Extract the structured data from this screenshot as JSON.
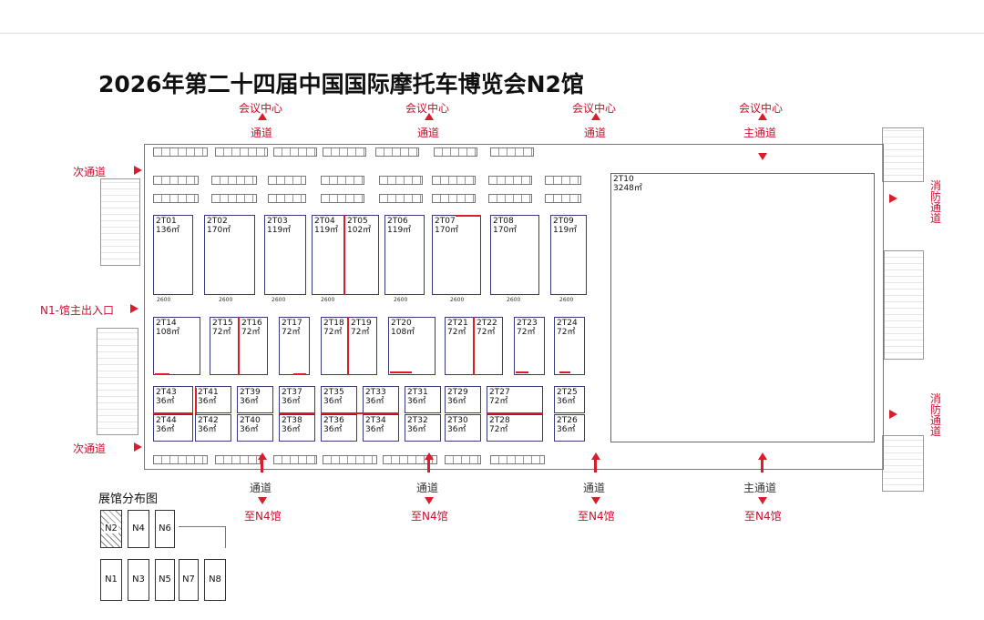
{
  "title": "2026年第二十四届中国国际摩托车博览会N2馆",
  "labels": {
    "meeting_center": "会议中心",
    "passage": "通道",
    "main_passage": "主通道",
    "secondary_passage": "次通道",
    "fire_passage": "消防通道",
    "main_entrance": "N1-馆主出入口",
    "to_n4": "至N4馆"
  },
  "booths_top": [
    {
      "code": "2T01",
      "area": "136㎡"
    },
    {
      "code": "2T02",
      "area": "170㎡"
    },
    {
      "code": "2T03",
      "area": "119㎡"
    },
    {
      "code": "2T04",
      "area": "119㎡"
    },
    {
      "code": "2T05",
      "area": "102㎡"
    },
    {
      "code": "2T06",
      "area": "119㎡"
    },
    {
      "code": "2T07",
      "area": "170㎡"
    },
    {
      "code": "2T08",
      "area": "170㎡"
    },
    {
      "code": "2T09",
      "area": "119㎡"
    }
  ],
  "big_booth": {
    "code": "2T10",
    "area": "3248㎡"
  },
  "booths_mid": [
    {
      "code": "2T14",
      "area": "108㎡"
    },
    {
      "code": "2T15",
      "area": "72㎡"
    },
    {
      "code": "2T16",
      "area": "72㎡"
    },
    {
      "code": "2T17",
      "area": "72㎡"
    },
    {
      "code": "2T18",
      "area": "72㎡"
    },
    {
      "code": "2T19",
      "area": "72㎡"
    },
    {
      "code": "2T20",
      "area": "108㎡"
    },
    {
      "code": "2T21",
      "area": "72㎡"
    },
    {
      "code": "2T22",
      "area": "72㎡"
    },
    {
      "code": "2T23",
      "area": "72㎡"
    },
    {
      "code": "2T24",
      "area": "72㎡"
    }
  ],
  "booths_row3": [
    {
      "code": "2T43",
      "area": "36㎡"
    },
    {
      "code": "2T41",
      "area": "36㎡"
    },
    {
      "code": "2T39",
      "area": "36㎡"
    },
    {
      "code": "2T37",
      "area": "36㎡"
    },
    {
      "code": "2T35",
      "area": "36㎡"
    },
    {
      "code": "2T33",
      "area": "36㎡"
    },
    {
      "code": "2T31",
      "area": "36㎡"
    },
    {
      "code": "2T29",
      "area": "36㎡"
    },
    {
      "code": "2T27",
      "area": "72㎡"
    },
    {
      "code": "2T25",
      "area": "36㎡"
    }
  ],
  "booths_row4": [
    {
      "code": "2T44",
      "area": "36㎡"
    },
    {
      "code": "2T42",
      "area": "36㎡"
    },
    {
      "code": "2T40",
      "area": "36㎡"
    },
    {
      "code": "2T38",
      "area": "36㎡"
    },
    {
      "code": "2T36",
      "area": "36㎡"
    },
    {
      "code": "2T34",
      "area": "36㎡"
    },
    {
      "code": "2T32",
      "area": "36㎡"
    },
    {
      "code": "2T30",
      "area": "36㎡"
    },
    {
      "code": "2T28",
      "area": "72㎡"
    },
    {
      "code": "2T26",
      "area": "36㎡"
    }
  ],
  "legend": {
    "title": "展馆分布图",
    "halls": [
      "N2",
      "N4",
      "N6",
      "N1",
      "N3",
      "N5",
      "N7",
      "N8"
    ],
    "highlight": "N2"
  },
  "colors": {
    "accent": "#d81e2c",
    "label": "#c8102e",
    "booth_line": "#3a3a7a"
  }
}
